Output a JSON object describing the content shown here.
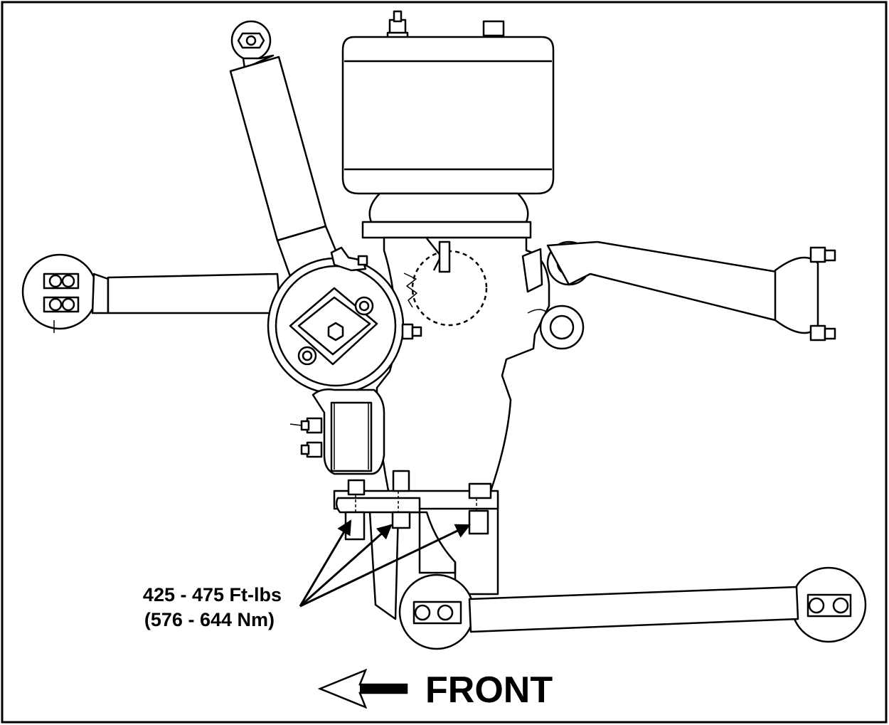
{
  "torque": {
    "line1": "425 - 475 Ft-lbs",
    "line2": "(576 - 644 Nm)"
  },
  "direction": {
    "label": "FRONT"
  },
  "colors": {
    "ink": "#000000",
    "paper": "#ffffff"
  }
}
